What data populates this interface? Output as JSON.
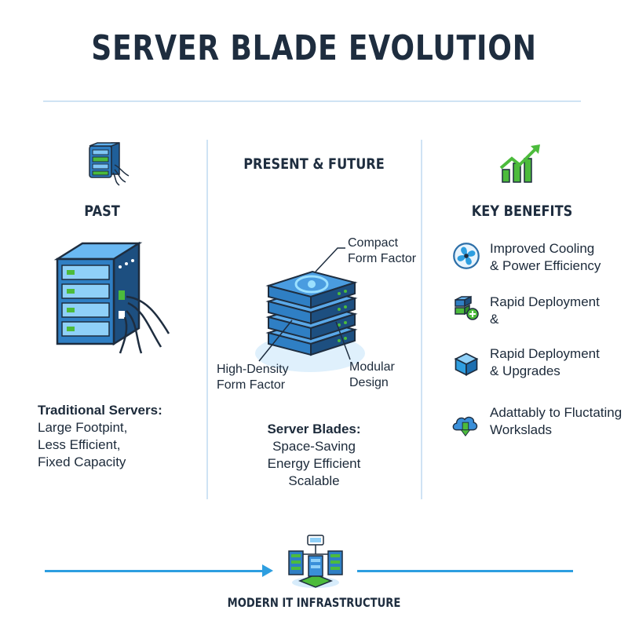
{
  "title": "SERVER BLADE EVOLUTION",
  "columns": {
    "past": {
      "header": "PAST",
      "description_title": "Traditional Servers:",
      "description_lines": [
        "Large Footpint,",
        "Less Efficient,",
        "Fixed Capacity"
      ]
    },
    "present": {
      "header": "PRESENT & FUTURE",
      "callouts": {
        "compact": [
          "Compact",
          "Form Factor"
        ],
        "density": [
          "High-Density",
          "Form Factor"
        ],
        "modular": [
          "Modular",
          "Design"
        ]
      },
      "description_title": "Server Blades:",
      "description_lines": [
        "Space-Saving",
        "Energy Efficient",
        "Scalable"
      ]
    },
    "benefits": {
      "header": "KEY BENEFITS",
      "items": [
        {
          "icon": "fan-icon",
          "lines": [
            "Improved Cooling",
            "& Power Efficiency"
          ]
        },
        {
          "icon": "deploy-add-icon",
          "lines": [
            "Rapid Deployment",
            "&"
          ]
        },
        {
          "icon": "cube-icon",
          "lines": [
            "Rapid Deployment",
            "& Upgrades"
          ]
        },
        {
          "icon": "cloud-sync-icon",
          "lines": [
            "Adattably to Fluctating",
            "Workslads"
          ]
        }
      ]
    }
  },
  "footer": "MODERN IT INFRASTRUCTURE",
  "colors": {
    "accent_blue": "#2d9ee0",
    "server_blue": "#3a8fd9",
    "green": "#4cbb3c",
    "dark_navy": "#1e2d3f",
    "rule": "#cfe3f4"
  }
}
